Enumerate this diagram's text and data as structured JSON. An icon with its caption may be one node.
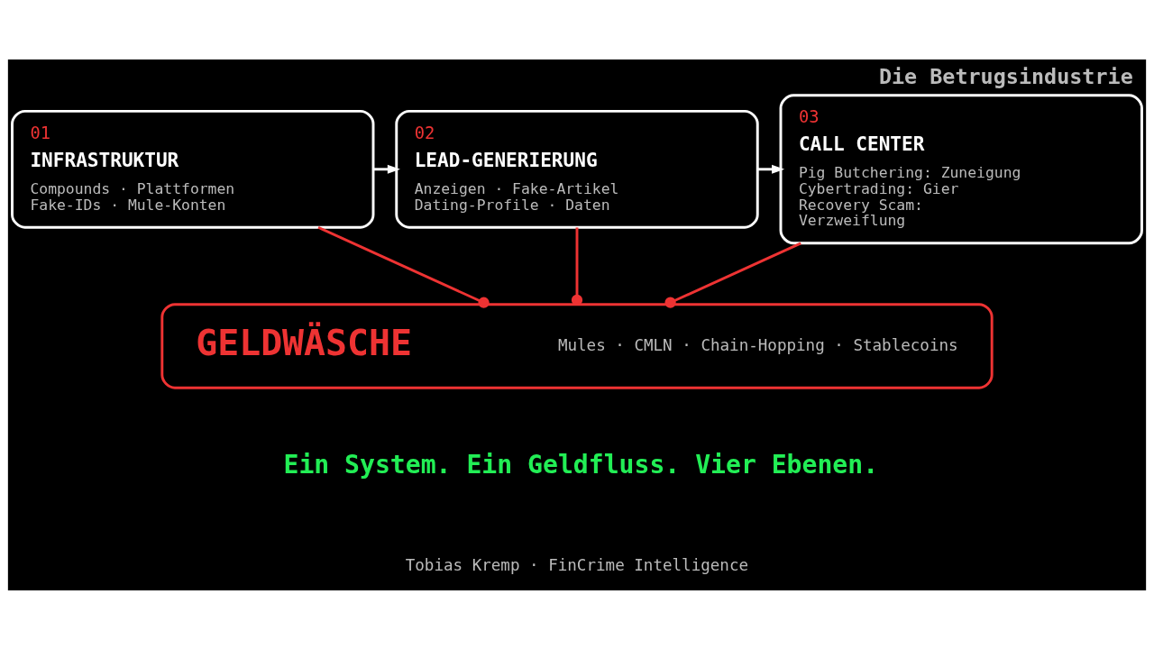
{
  "diagram": {
    "title": "Die Betrugsindustrie",
    "nodes": [
      {
        "text": [
          "01",
          "INFRASTRUKTUR",
          "Compounds · Plattformen Fake-IDs · Mule-Konten"
        ]
      },
      {
        "text": [
          "02",
          "LEAD-GENERIERUNG",
          "Anzeigen · Fake-Artikel Dating-Profile · Daten"
        ]
      },
      {
        "text": [
          "03",
          "CALL CENTER",
          "Pig Butchering: Zuneigung Cybertrading: Gier Recovery Scam: Verzweiflung"
        ]
      },
      {
        "text": [
          "GELDWÄSCHE",
          "Mules · CMLN · Chain-Hopping · Stablecoins"
        ]
      }
    ],
    "edges": [
      {
        "from": 0,
        "to": 1,
        "arrow": "to",
        "color": "#ffffff"
      },
      {
        "from": 1,
        "to": 2,
        "arrow": "to",
        "color": "#ffffff"
      },
      {
        "from": 0,
        "to": 3,
        "arrow": "other",
        "color": "#ee3333"
      },
      {
        "from": 1,
        "to": 3,
        "arrow": "other",
        "color": "#ee3333"
      },
      {
        "from": 2,
        "to": 3,
        "arrow": "other",
        "color": "#ee3333"
      }
    ],
    "labels": [
      "Ein System. Ein Geldfluss. Vier Ebenen.",
      "Tobias Kremp · FinCrime Intelligence"
    ]
  }
}
